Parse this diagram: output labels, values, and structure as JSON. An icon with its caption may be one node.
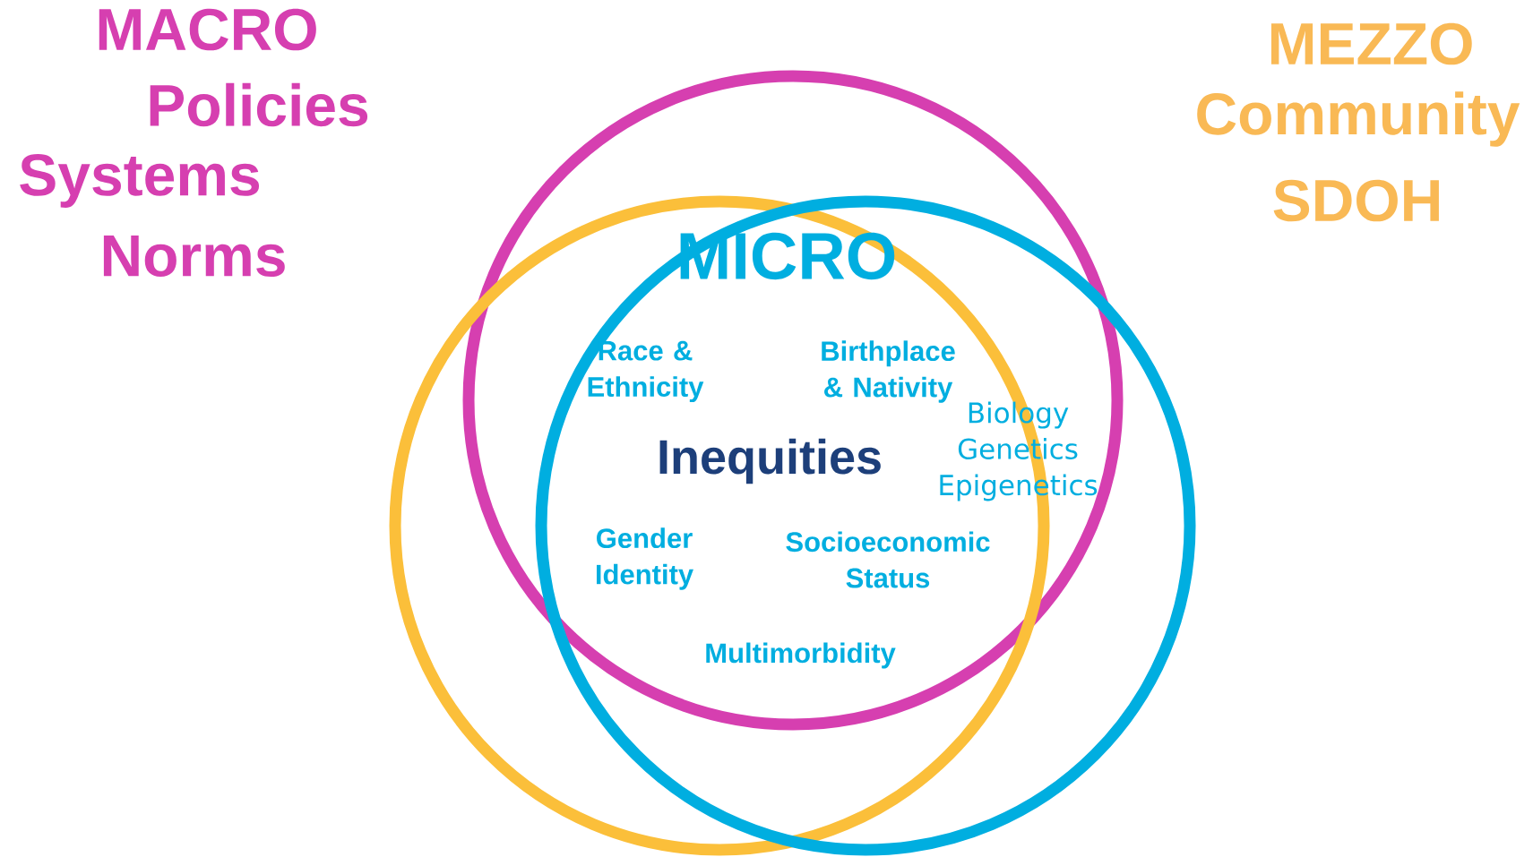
{
  "diagram": {
    "nodes": [
      {
        "text": [],
        "shape": "circle"
      },
      {
        "text": [],
        "shape": "circle"
      },
      {
        "text": [],
        "shape": "circle"
      }
    ],
    "labels": [
      "MACRO",
      "Policies",
      "Systems",
      "Norms",
      "MEZZO",
      "Community",
      "SDOH",
      "MICRO",
      "Race & Ethnicity",
      "Birthplace & Nativity",
      "Biology Genetics Epigenetics",
      "Inequities",
      "Gender Identity",
      "Socioeconomic Status",
      "Multimorbidity"
    ]
  }
}
